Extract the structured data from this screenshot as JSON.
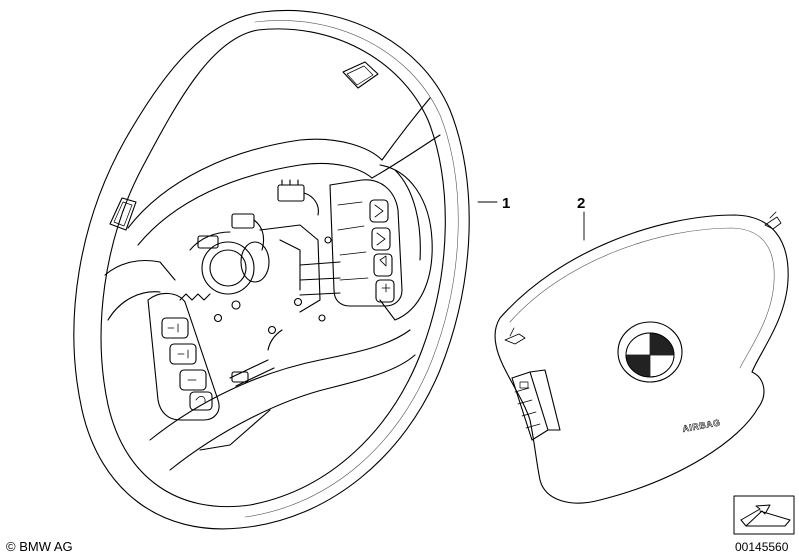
{
  "callouts": {
    "steering_wheel": "1",
    "airbag_module": "2"
  },
  "airbag_label": "AIRBAG",
  "footer": {
    "copyright": "© BMW AG",
    "diagram_number": "00145560"
  },
  "icons": {
    "navigation": "arrow-icon"
  }
}
